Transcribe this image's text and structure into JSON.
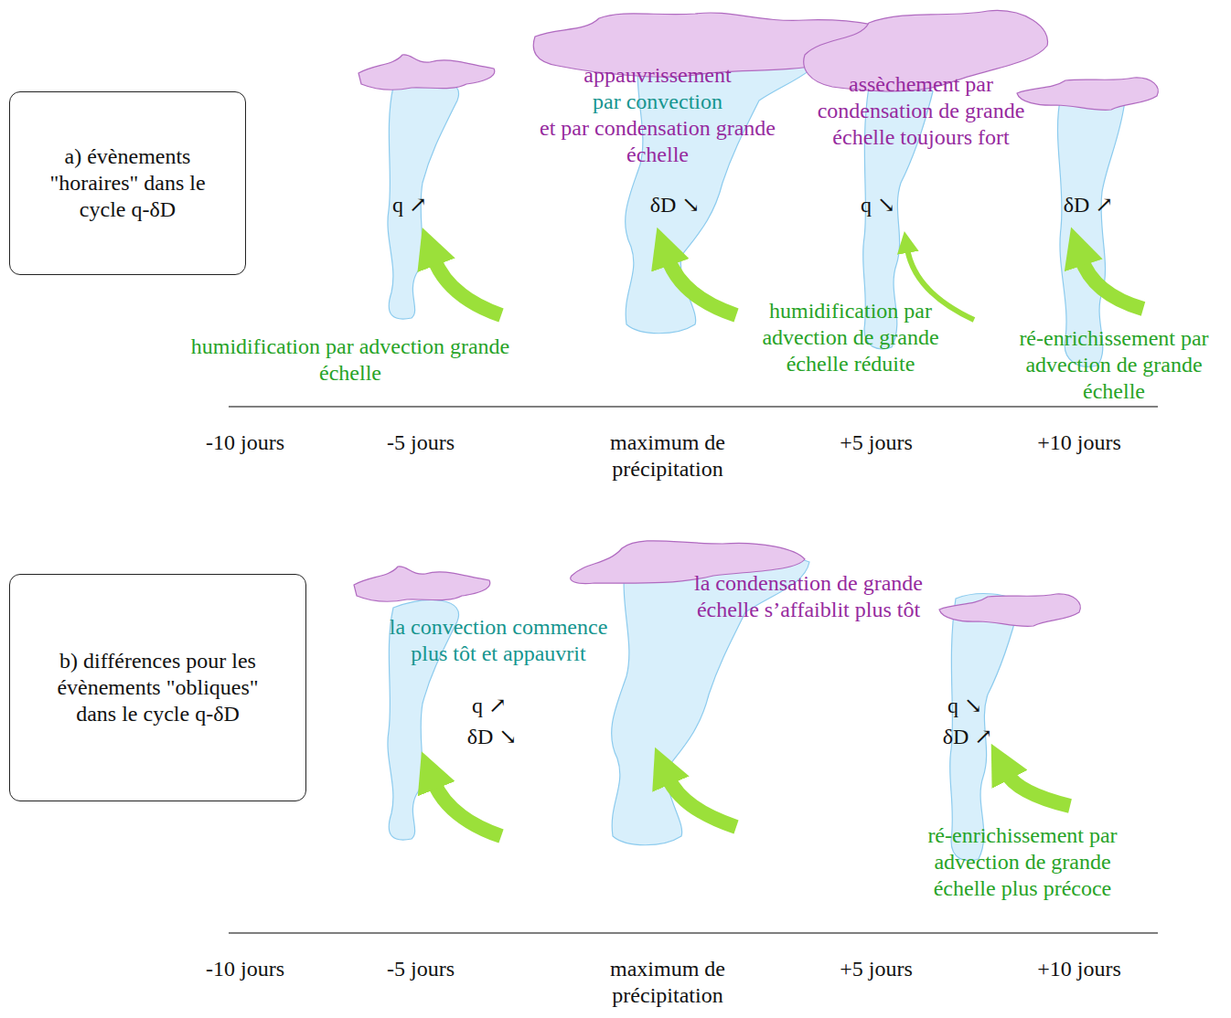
{
  "diagram": {
    "nodes": [
      {
        "text": [
          "a) évènements \"horaires\" dans le cycle q-δD"
        ]
      },
      {
        "text": [
          "b) différences pour les évènements \"obliques\" dans le cycle q-δD"
        ]
      }
    ],
    "labels": [
      "humidification par advection grande échelle",
      "q ↗",
      "appauvrissement",
      "par convection",
      "et par condensation grande échelle",
      "δD ↘",
      "assèchement par condensation de grande échelle toujours fort",
      "q ↘",
      "humidification par advection de grande échelle réduite",
      "δD ↗",
      "ré-enrichissement par advection de grande échelle",
      "-10 jours",
      "-5 jours",
      "maximum de précipitation",
      "+5 jours",
      "+10 jours",
      "la convection commence plus tôt et appauvrit",
      "q ↗",
      "δD ↘",
      "la condensation de grande échelle s’affaiblit plus tôt",
      "q ↘",
      "δD ↗",
      "ré-enrichissement par advection de grande échelle plus précoce",
      "-10 jours",
      "-5 jours",
      "maximum de précipitation",
      "+5 jours",
      "+10 jours"
    ]
  }
}
